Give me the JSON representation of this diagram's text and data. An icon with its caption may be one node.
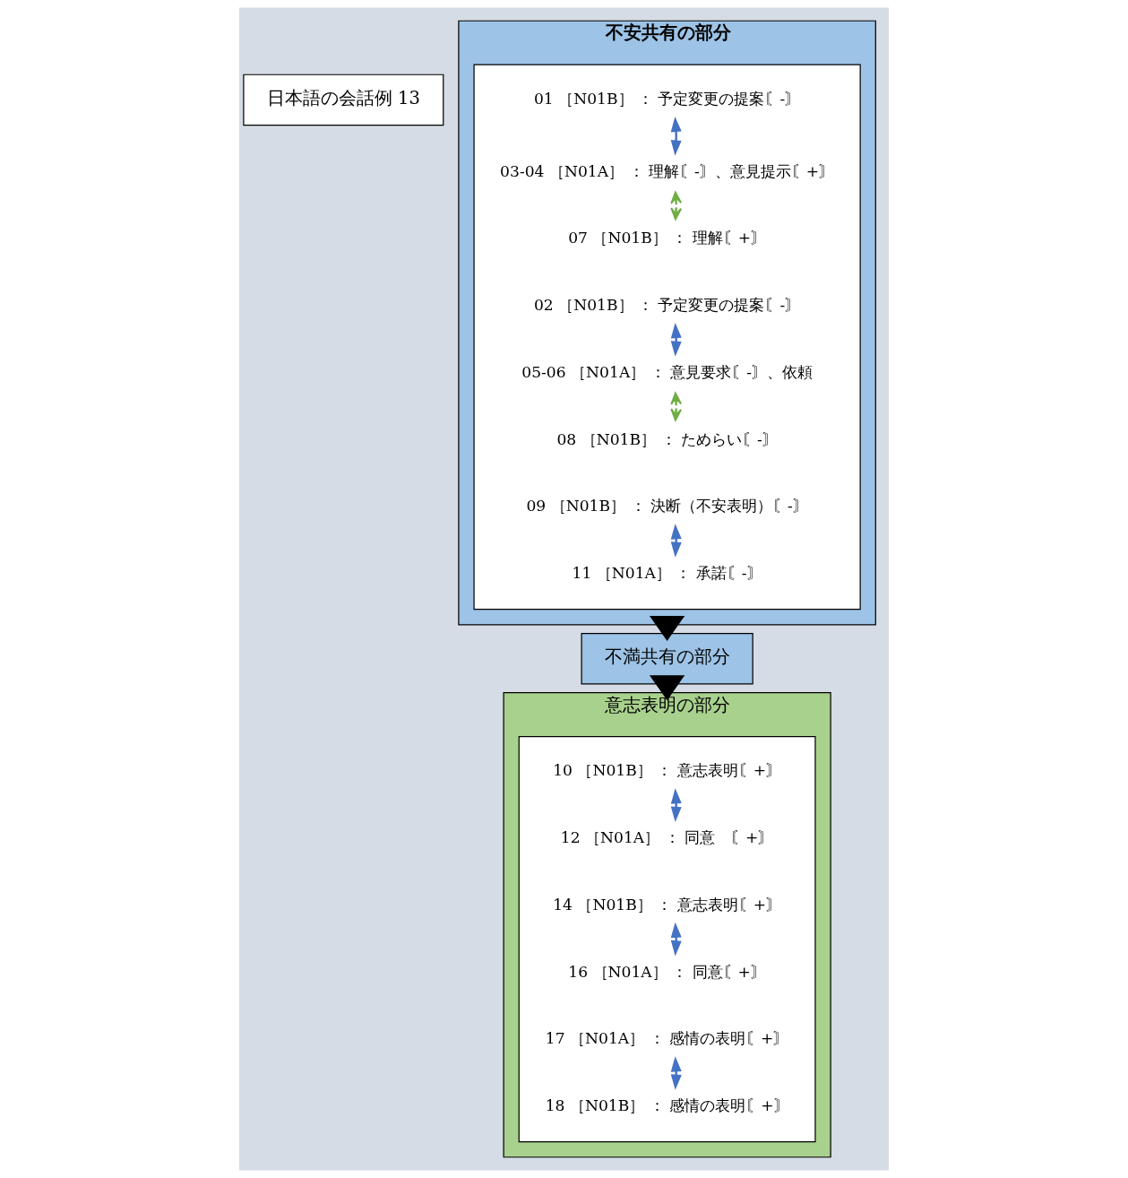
{
  "diagram": {
    "nodes": [
      {
        "text": [
          "日本語の会話例 13"
        ]
      },
      {
        "text": [
          "不安共有の部分"
        ]
      },
      {
        "text": [],
        "shape": "box",
        "in": 1
      },
      {
        "text": [
          "01 ［N01B］ ： 予定変更の提案〘-〙"
        ],
        "in": 2
      },
      {
        "text": [
          "03-04 ［N01A］ ： 理解〘-〙、意見提示〘+〙"
        ],
        "in": 2
      },
      {
        "text": [
          "07 ［N01B］ ： 理解〘+〙"
        ],
        "in": 2
      },
      {
        "text": [
          "02 ［N01B］ ： 予定変更の提案〘-〙"
        ],
        "in": 2
      },
      {
        "text": [
          "05-06 ［N01A］ ： 意見要求〘-〙、依頼"
        ],
        "in": 2
      },
      {
        "text": [
          "08 ［N01B］ ： ためらい〘-〙"
        ],
        "in": 2
      },
      {
        "text": [
          "09 ［N01B］ ： 決断（不安表明）〘-〙"
        ],
        "in": 2
      },
      {
        "text": [
          "11 ［N01A］ ： 承諾〘-〙"
        ],
        "in": 2
      },
      {
        "text": [
          "不満共有の部分"
        ]
      },
      {
        "text": [
          "意志表明の部分"
        ]
      },
      {
        "text": [],
        "shape": "box",
        "in": 12
      },
      {
        "text": [
          "10 ［N01B］ ： 意志表明〘+〙"
        ],
        "in": 13
      },
      {
        "text": [
          "12 ［N01A］ ： 同意　〘+〙"
        ],
        "in": 13
      },
      {
        "text": [
          "14 ［N01B］ ： 意志表明〘+〙"
        ],
        "in": 13
      },
      {
        "text": [
          "16 ［N01A］ ： 同意〘+〙"
        ],
        "in": 13
      },
      {
        "text": [
          "17 ［N01A］ ： 感情の表明〘+〙"
        ],
        "in": 13
      },
      {
        "text": [
          "18 ［N01B］ ： 感情の表明〘+〙"
        ],
        "in": 13
      }
    ],
    "edges": [
      {
        "from": 3,
        "to": 4,
        "arrow": "both"
      },
      {
        "from": 4,
        "to": 5,
        "arrow": "both",
        "style": "dashed",
        "color": "#70ad47"
      },
      {
        "from": 6,
        "to": 7,
        "arrow": "both"
      },
      {
        "from": 7,
        "to": 8,
        "arrow": "both",
        "style": "dashed",
        "color": "#70ad47"
      },
      {
        "from": 9,
        "to": 10,
        "arrow": "both"
      },
      {
        "from": 1,
        "to": 11,
        "arrow": "to",
        "style": "thick",
        "color": "#000000"
      },
      {
        "from": 11,
        "to": 12,
        "arrow": "to",
        "style": "thick",
        "color": "#000000"
      },
      {
        "from": 14,
        "to": 15,
        "arrow": "both"
      },
      {
        "from": 16,
        "to": 17,
        "arrow": "both"
      },
      {
        "from": 18,
        "to": 19,
        "arrow": "both"
      }
    ]
  }
}
